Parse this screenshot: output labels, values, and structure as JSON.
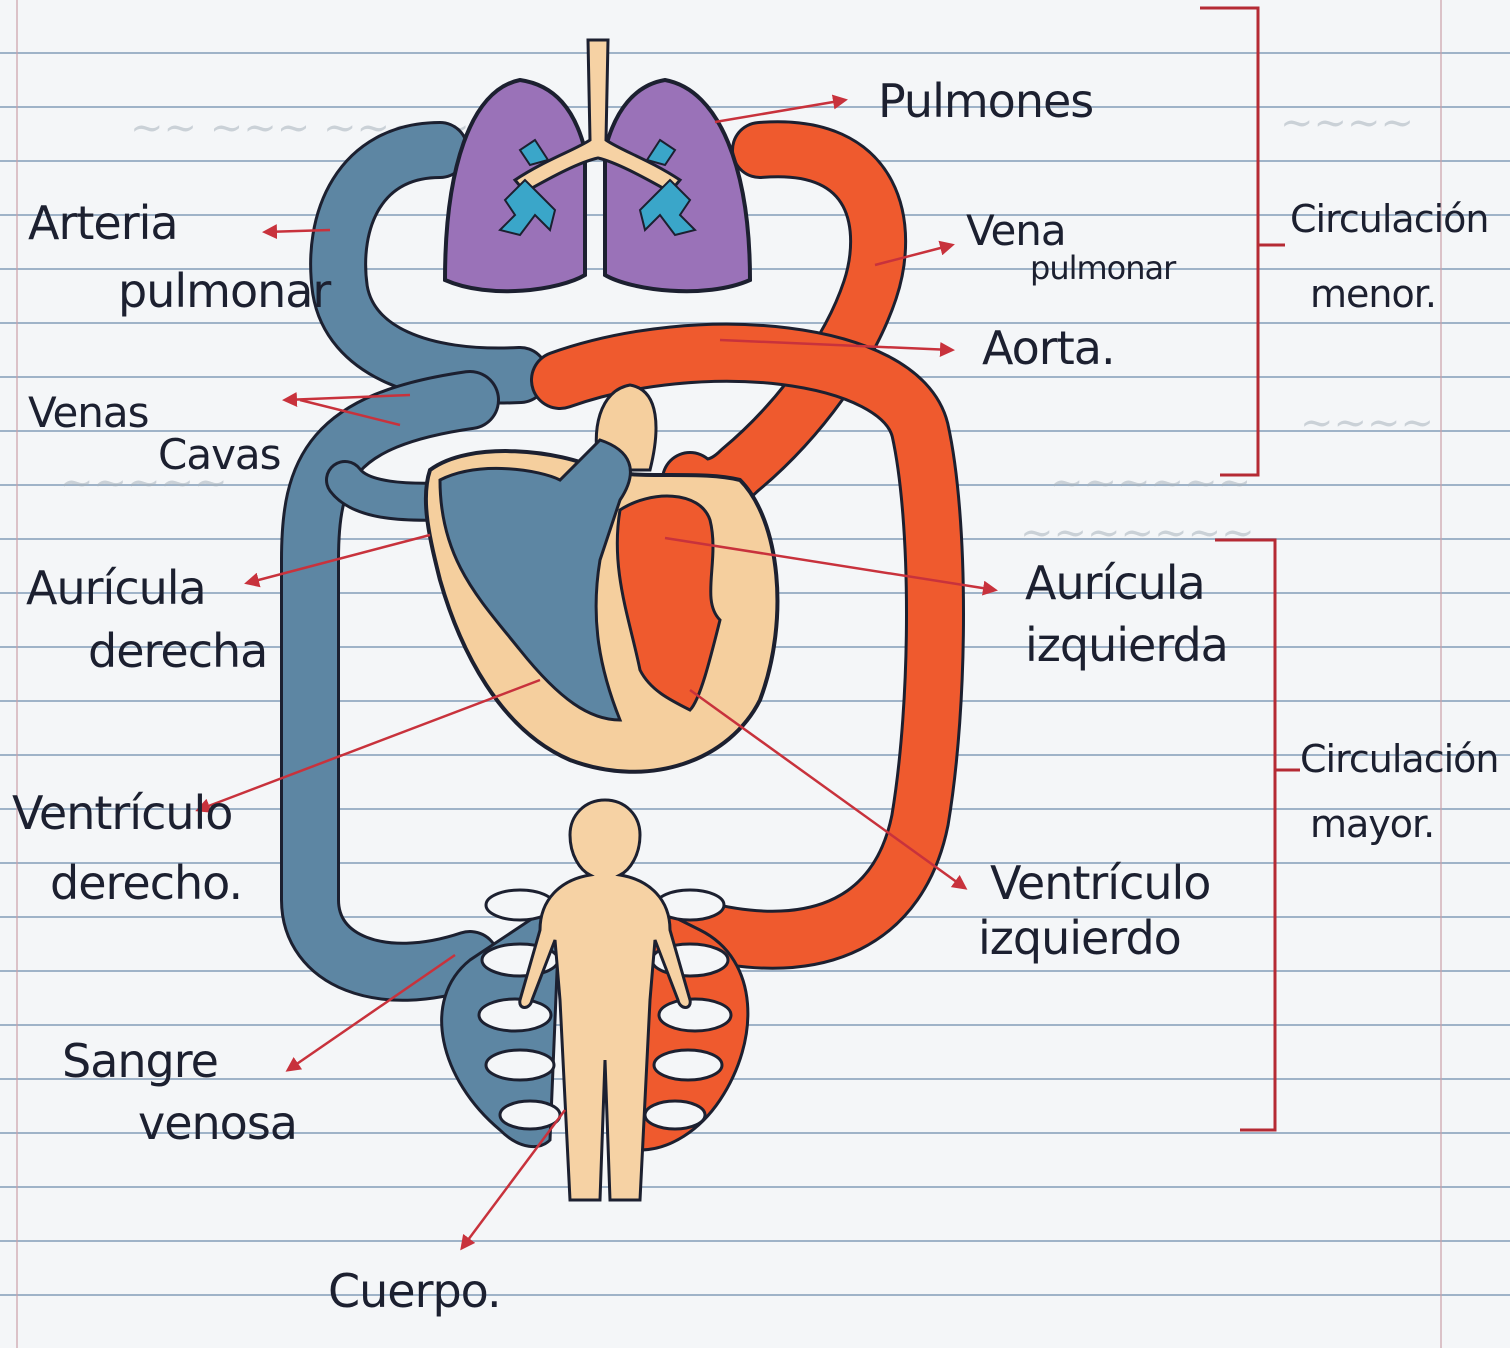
{
  "labels": {
    "pulmones": "Pulmones",
    "arteria_pulmonar_1": "Arteria",
    "arteria_pulmonar_2": "pulmonar",
    "vena_pulmonar_1": "Vena",
    "vena_pulmonar_2": "pulmonar",
    "aorta": "Aorta.",
    "venas_cavas_1": "Venas",
    "venas_cavas_2": "Cavas",
    "auricula_derecha_1": "Aurícula",
    "auricula_derecha_2": "derecha",
    "auricula_izquierda_1": "Aurícula",
    "auricula_izquierda_2": "izquierda",
    "ventriculo_derecho_1": "Ventrículo",
    "ventriculo_derecho_2": "derecho.",
    "ventriculo_izquierdo_1": "Ventrículo",
    "ventriculo_izquierdo_2": "izquierdo",
    "sangre_venosa_1": "Sangre",
    "sangre_venosa_2": "venosa",
    "cuerpo": "Cuerpo."
  },
  "brackets": {
    "menor_1": "Circulación",
    "menor_2": "menor.",
    "mayor_1": "Circulación",
    "mayor_2": "mayor."
  },
  "colors": {
    "venous_blue": "#5d86a3",
    "arterial_red": "#ef5a2e",
    "lung_purple": "#9a72b8",
    "bronchi_blue": "#3aa6c9",
    "heart_skin": "#f5cf9e",
    "body_skin": "#f6d2a4",
    "label_arrow_red": "#c8323c",
    "bracket_red": "#b52a34",
    "ink": "#1c2030",
    "paper": "#f4f6f8"
  }
}
